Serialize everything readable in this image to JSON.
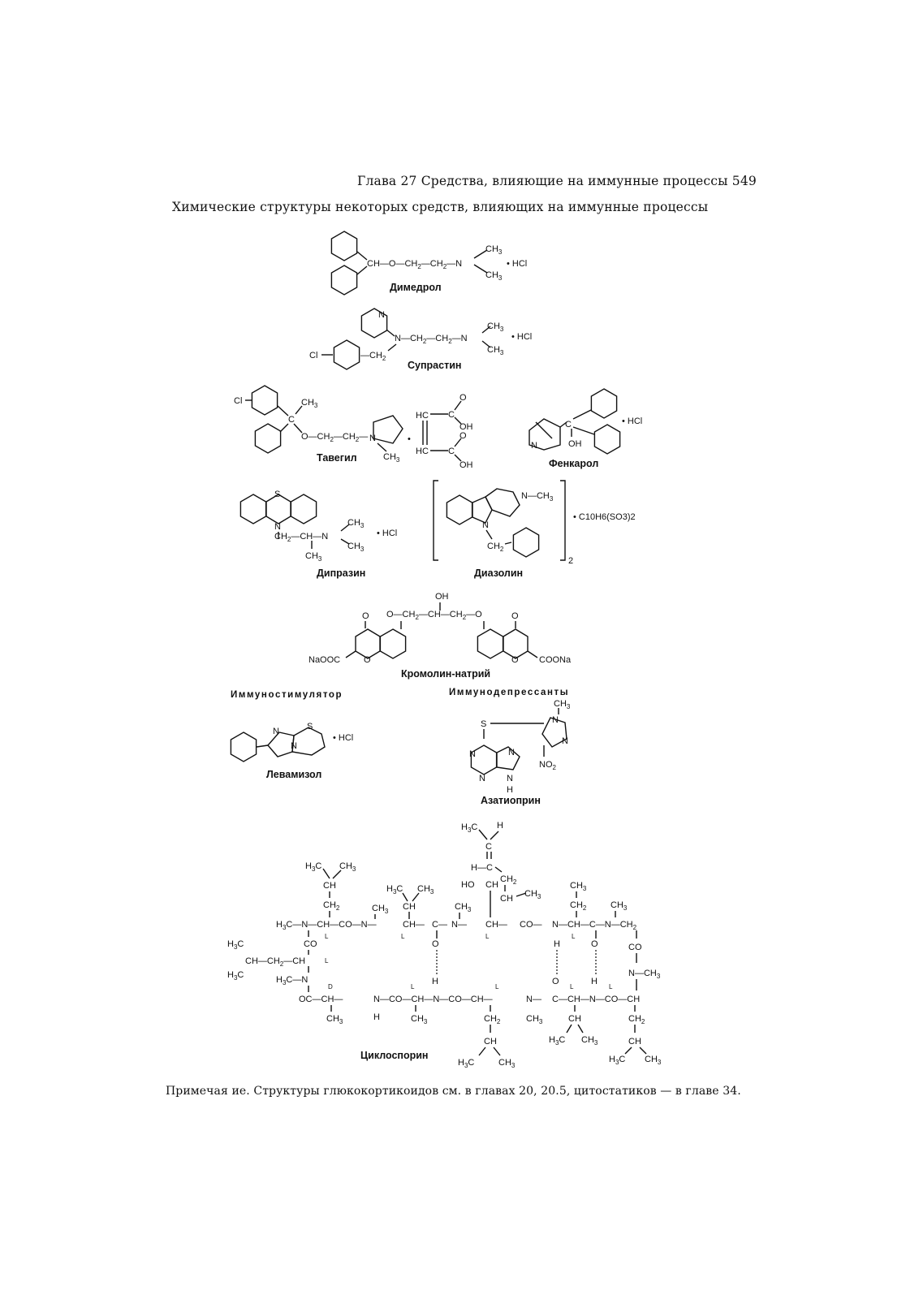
{
  "header": "Глава 27 Средства, влияющие на иммунные процессы 549",
  "caption": "Химические структуры некоторых средств, влияющих на иммунные процессы",
  "section_labels": {
    "immunostimulator": "Иммуностимулятор",
    "immunosuppressants": "Иммунодепрессанты"
  },
  "compounds": [
    {
      "name": "Димедрол",
      "salt": "• HCl"
    },
    {
      "name": "Супрастин",
      "salt": "• HCl"
    },
    {
      "name": "Тавегил"
    },
    {
      "name": "Фенкарол",
      "salt": "• HCl"
    },
    {
      "name": "Дипразин",
      "salt": "• HCl"
    },
    {
      "name": "Диазолин",
      "salt": "• C10H6(SO3)2"
    },
    {
      "name": "Кромолин-натрий"
    },
    {
      "name": "Левамизол",
      "salt": "• HCl"
    },
    {
      "name": "Азатиоприн"
    },
    {
      "name": "Циклоспорин"
    }
  ],
  "note": "Примечая ие. Структуры глюкокортикоидов см. в главах 20, 20.5, цитостатиков — в главе 34."
}
